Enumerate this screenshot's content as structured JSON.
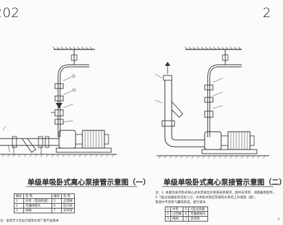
{
  "header": {
    "left_text": "202",
    "right_text": "2"
  },
  "figures": [
    {
      "caption": "单级单吸卧式离心泵接管示意图（一）"
    },
    {
      "caption": "单级单吸卧式离心泵接管示意图（二）"
    }
  ],
  "left_table": {
    "rows": [
      [
        "编号",
        "名 称",
        "编号",
        "名 称"
      ],
      [
        "1",
        "水泵（电动机组）",
        "5",
        "止回阀"
      ],
      [
        "2",
        "可曲挠接头",
        "6",
        "压力表"
      ],
      [
        "3",
        "闸阀",
        "7",
        "支吊架"
      ]
    ]
  },
  "left_footnote": "注：安装尺寸见设计图及水泵厂家产品样本",
  "notes": [
    "注：1. 本图仅表示卧式离心式水泵进出水管道安装要求，图中支吊架、减震器等配件。",
    "2. Y型过滤器安装在泵入口，水泵吸水管应有坡向水泵的上升坡度（图），",
    "       管道中不得有气囊等形成，便于排水."
  ],
  "right_table": {
    "rows": [
      [
        "1",
        "水泵",
        "5",
        "Y型过滤器"
      ],
      [
        "2",
        "止回阀",
        "6",
        "可曲挠接头"
      ],
      [
        "3",
        "闸阀",
        "7",
        "支吊架"
      ]
    ]
  },
  "right_page_number": "3"
}
